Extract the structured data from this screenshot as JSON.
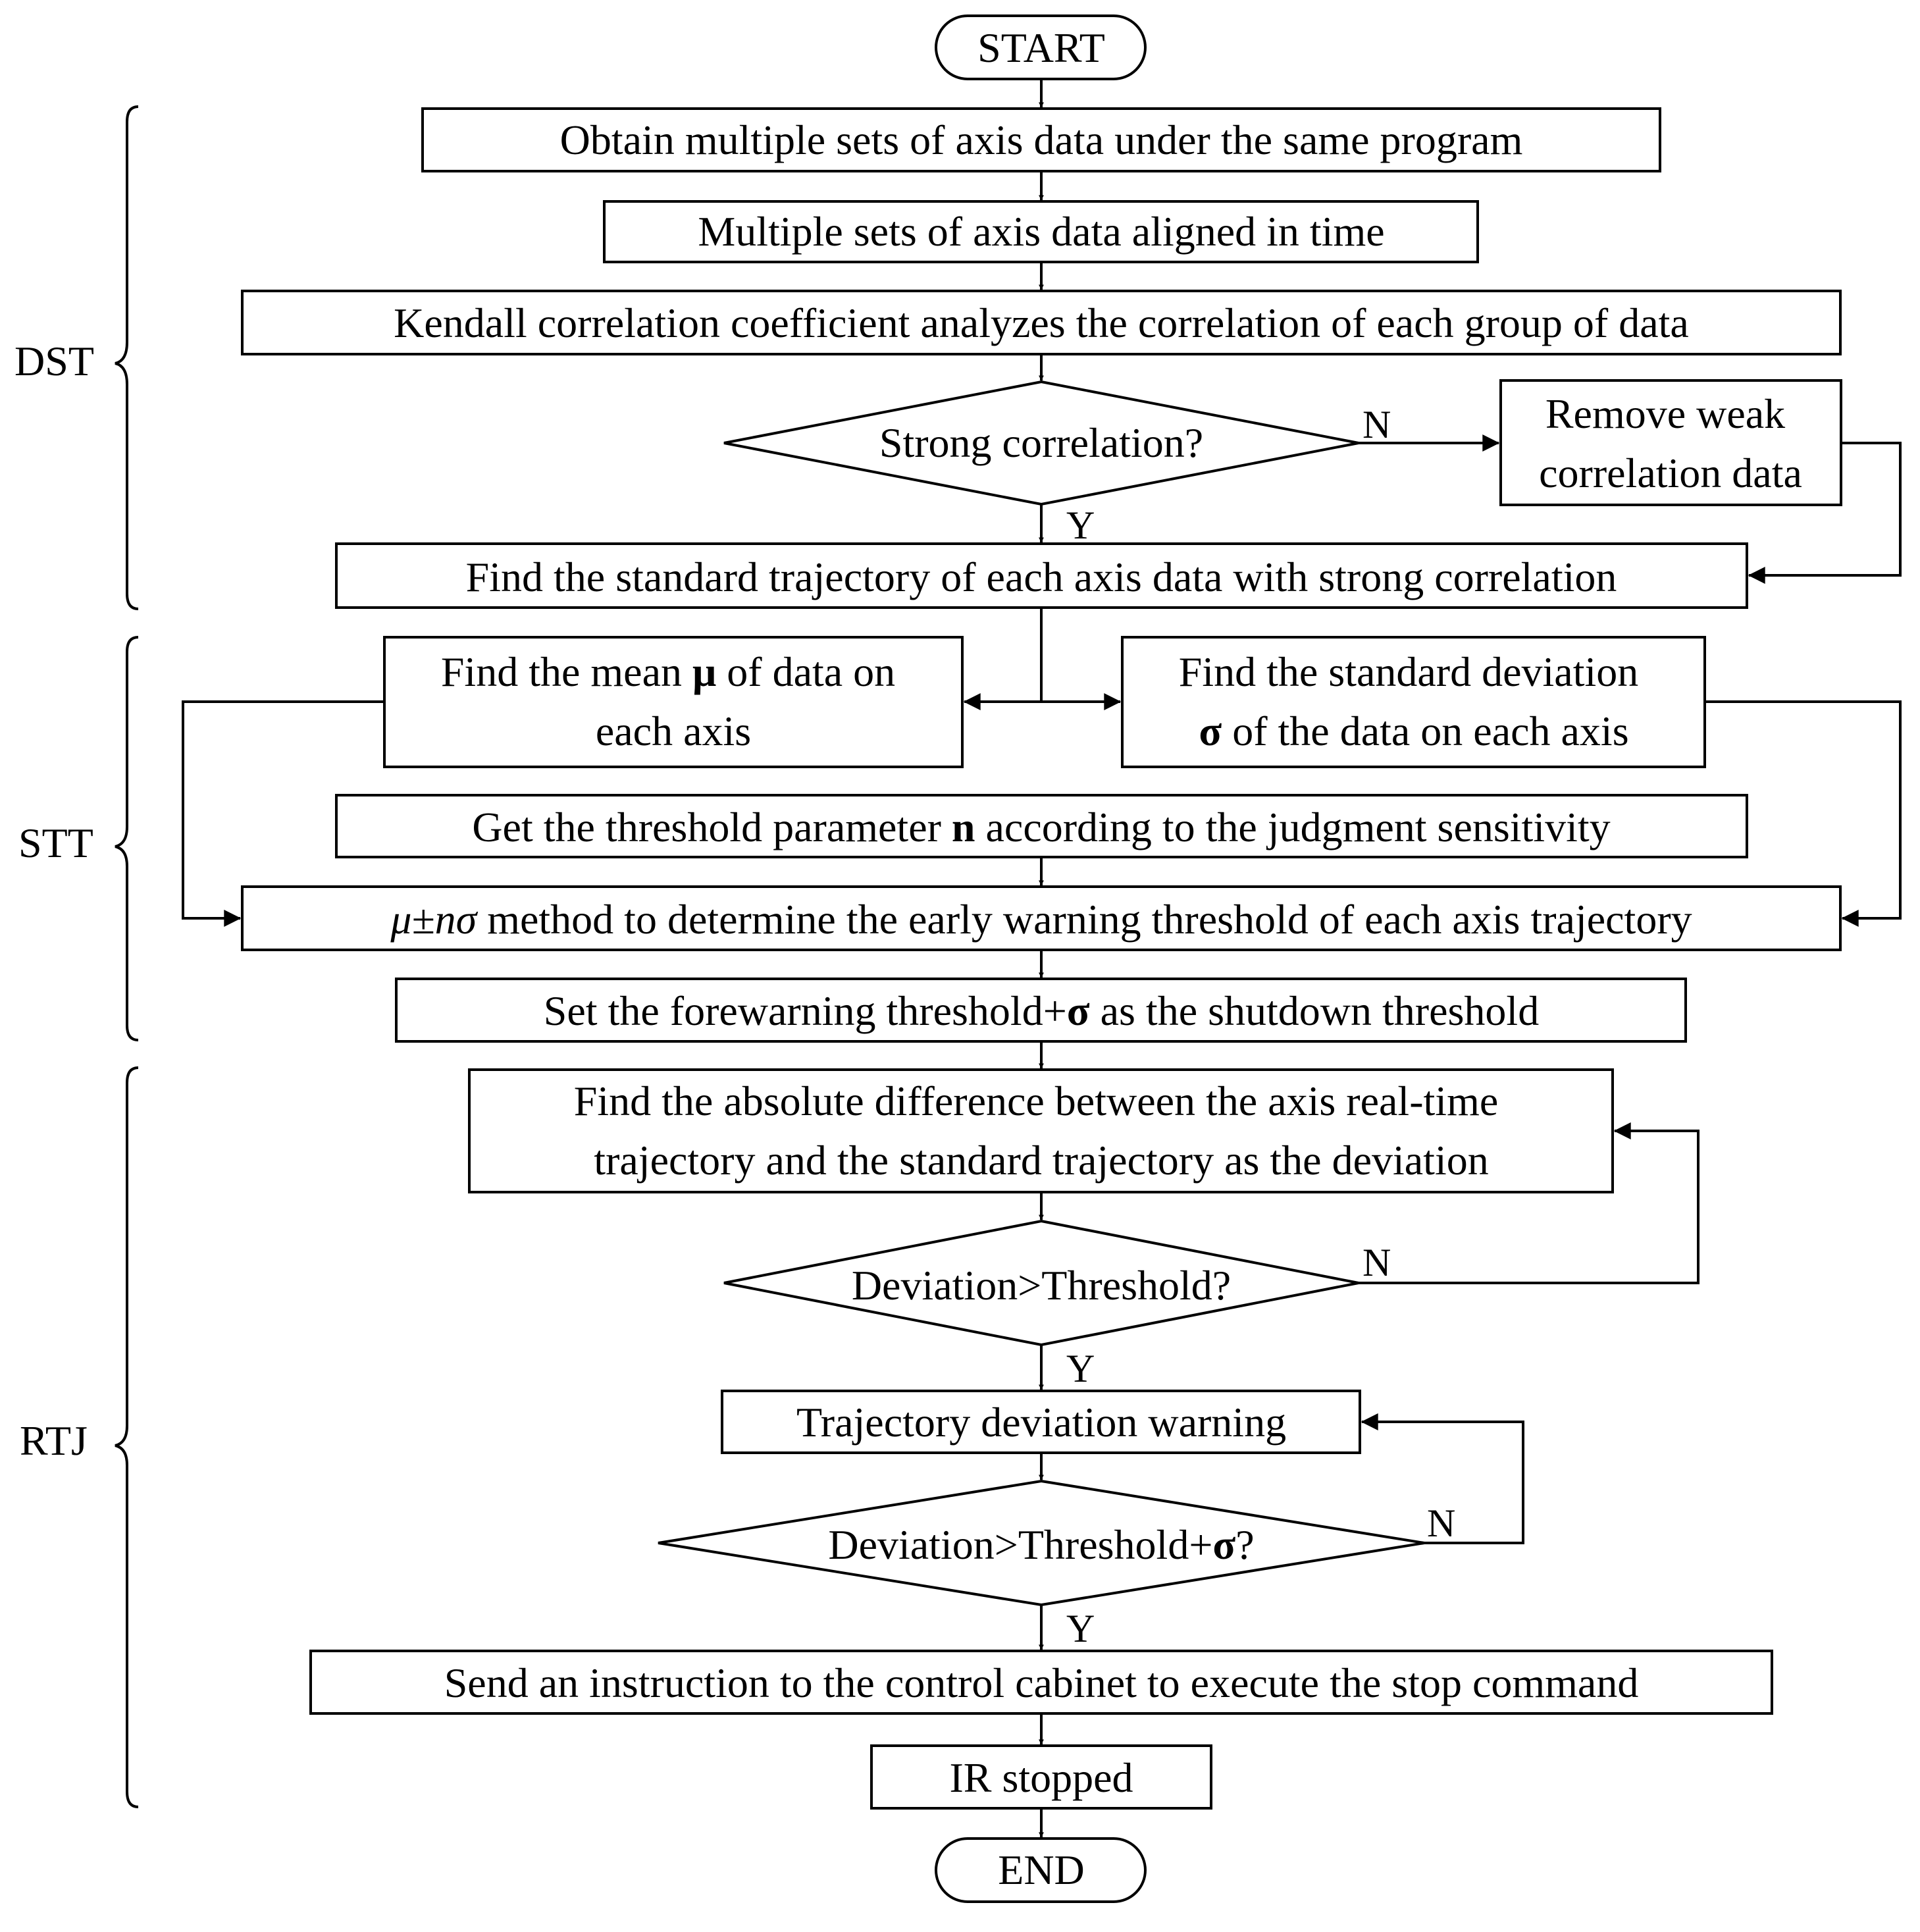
{
  "nodes": {
    "start": "START",
    "obtain": "Obtain multiple sets of axis data under the same program",
    "aligned": "Multiple sets of axis data aligned in time",
    "kendall": "Kendall correlation coefficient analyzes the correlation of each group of data",
    "strong_q": "Strong correlation?",
    "remove_l1": "Remove weak",
    "remove_l2": "correlation data",
    "find_std_traj": "Find the standard trajectory of each axis data with strong correlation",
    "mean_l1_a": "Find the mean ",
    "mean_l1_sym": "μ",
    "mean_l1_b": " of data on",
    "mean_l2": "each axis",
    "sd_l1": "Find the standard deviation",
    "sd_l2_sym": "σ",
    "sd_l2_b": " of the data on each axis",
    "threshold_param_a": "Get the threshold parameter ",
    "threshold_param_sym": "n",
    "threshold_param_b": " according to the judgment sensitivity",
    "method_sym": "μ±nσ",
    "method_rest": " method to determine the early warning threshold of each axis trajectory",
    "shutdown_a": "Set the forewarning threshold+",
    "shutdown_sym": "σ",
    "shutdown_b": " as the shutdown threshold",
    "abs_l1": "Find the absolute difference between the axis real-time",
    "abs_l2": "trajectory and the standard trajectory as the deviation",
    "dev_q": "Deviation>Threshold?",
    "warning": "Trajectory deviation warning",
    "dev_q2_a": "Deviation>Threshold+",
    "dev_q2_sym": "σ",
    "dev_q2_b": "?",
    "send": "Send an instruction to the control cabinet to execute the stop command",
    "ir": "IR stopped",
    "end": "END"
  },
  "branch_labels": {
    "strong_no": "N",
    "strong_yes": "Y",
    "dev_no": "N",
    "dev_yes": "Y",
    "dev2_no": "N",
    "dev2_yes": "Y"
  },
  "stages": {
    "dst": "DST",
    "stt": "STT",
    "rtj": "RTJ"
  }
}
